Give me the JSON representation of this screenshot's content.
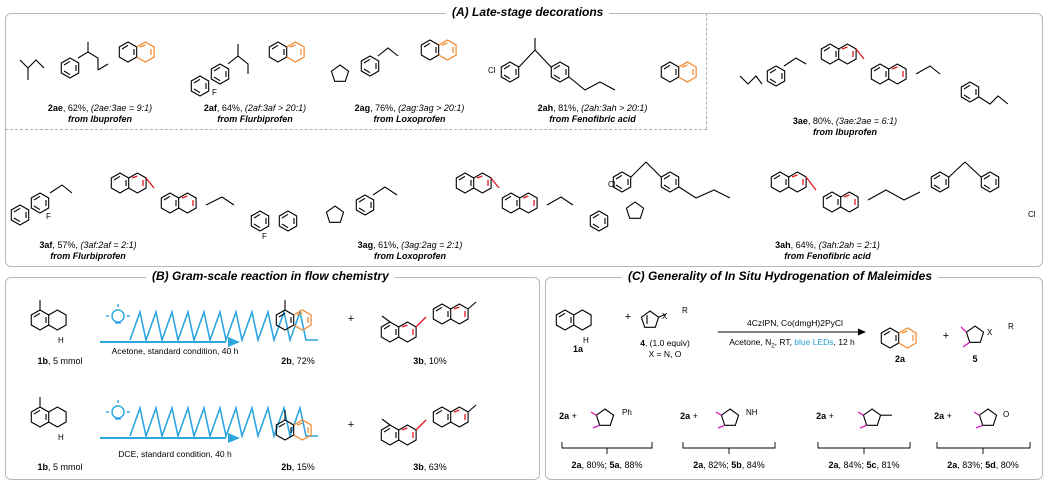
{
  "sections": {
    "a_title": "(A) Late-stage decorations",
    "b_title": "(B) Gram-scale reaction in flow chemistry",
    "c_title": "(C) Generality of In Situ Hydrogenation of Maleimides"
  },
  "late_stage": [
    {
      "id": "2ae",
      "line1_rest": ", 62%, ",
      "ratio": "(2ae:3ae = 9:1)",
      "source": "from Ibuprofen"
    },
    {
      "id": "2af",
      "line1_rest": ", 64%, ",
      "ratio": "(2af:3af > 20:1)",
      "source": "from Flurbiprofen"
    },
    {
      "id": "2ag",
      "line1_rest": ", 76%, ",
      "ratio": "(2ag:3ag > 20:1)",
      "source": "from Loxoprofen"
    },
    {
      "id": "2ah",
      "line1_rest": ", 81%, ",
      "ratio": "(2ah:3ah > 20:1)",
      "source": "from Fenofibric acid"
    },
    {
      "id": "3ae",
      "line1_rest": ", 80%, ",
      "ratio": "(3ae:2ae = 6:1)",
      "source": "from Ibuprofen"
    },
    {
      "id": "3af",
      "line1_rest": ", 57%, ",
      "ratio": "(3af:2af = 2:1)",
      "source": "from Flurbiprofen"
    },
    {
      "id": "3ag",
      "line1_rest": ", 61%, ",
      "ratio": "(3ag:2ag = 2:1)",
      "source": "from Loxoprofen"
    },
    {
      "id": "3ah",
      "line1_rest": ", 64%, ",
      "ratio": "(3ah:2ah = 2:1)",
      "source": "from Fenofibric acid"
    }
  ],
  "flow": {
    "substrate": {
      "id": "1b",
      "text": ", 5 mmol"
    },
    "row1": {
      "condition": "Acetone, standard condition, 40 h",
      "p1_id": "2b",
      "p1_yield": ", 72%",
      "p2_id": "3b",
      "p2_yield": ", 10%"
    },
    "row2": {
      "condition": "DCE, standard condition, 40 h",
      "p1_id": "2b",
      "p1_yield": ", 15%",
      "p2_id": "3b",
      "p2_yield": ", 63%"
    },
    "plus": "+"
  },
  "hydrogenation": {
    "reactant1": "1a",
    "reactant2_id": "4",
    "reactant2_equiv": ", (1.0 equiv)",
    "reactant2_x": "X = N, O",
    "cond_top": "4CzIPN, Co(dmgH)2PyCl",
    "cond_bottom_pre": "Acetone, N",
    "cond_bottom_sub": "2",
    "cond_bottom_mid": ", RT, ",
    "cond_bottom_highlight": "blue LEDs",
    "cond_bottom_post": ", 12 h",
    "product1": "2a",
    "product2": "5",
    "highlight_color": "#2a9fd6",
    "plus": "+",
    "results": [
      {
        "pre": "2a",
        "mid": ", 80%; ",
        "id": "5a",
        "yield": ", 88%",
        "substituent": "Ph"
      },
      {
        "pre": "2a",
        "mid": ", 82%; ",
        "id": "5b",
        "yield": ", 84%",
        "substituent": "H"
      },
      {
        "pre": "2a",
        "mid": ", 84%; ",
        "id": "5c",
        "yield": ", 81%",
        "substituent": "CH3"
      },
      {
        "pre": "2a",
        "mid": ", 83%; ",
        "id": "5d",
        "yield": ", 80%",
        "substituent": "O"
      }
    ],
    "prefix_2a": "2a",
    "prefix_plus": "+"
  },
  "atoms": {
    "N": "N",
    "O": "O",
    "F": "F",
    "Cl": "Cl",
    "H": "H",
    "NH": "NH",
    "X": "X",
    "R": "R",
    "Ph": "Ph"
  },
  "colors": {
    "quinoline_new": "#f2872b",
    "biquinoline_bond": "#e0161e",
    "hydrogen": "#d319b6",
    "flow": "#2ba6e0"
  }
}
